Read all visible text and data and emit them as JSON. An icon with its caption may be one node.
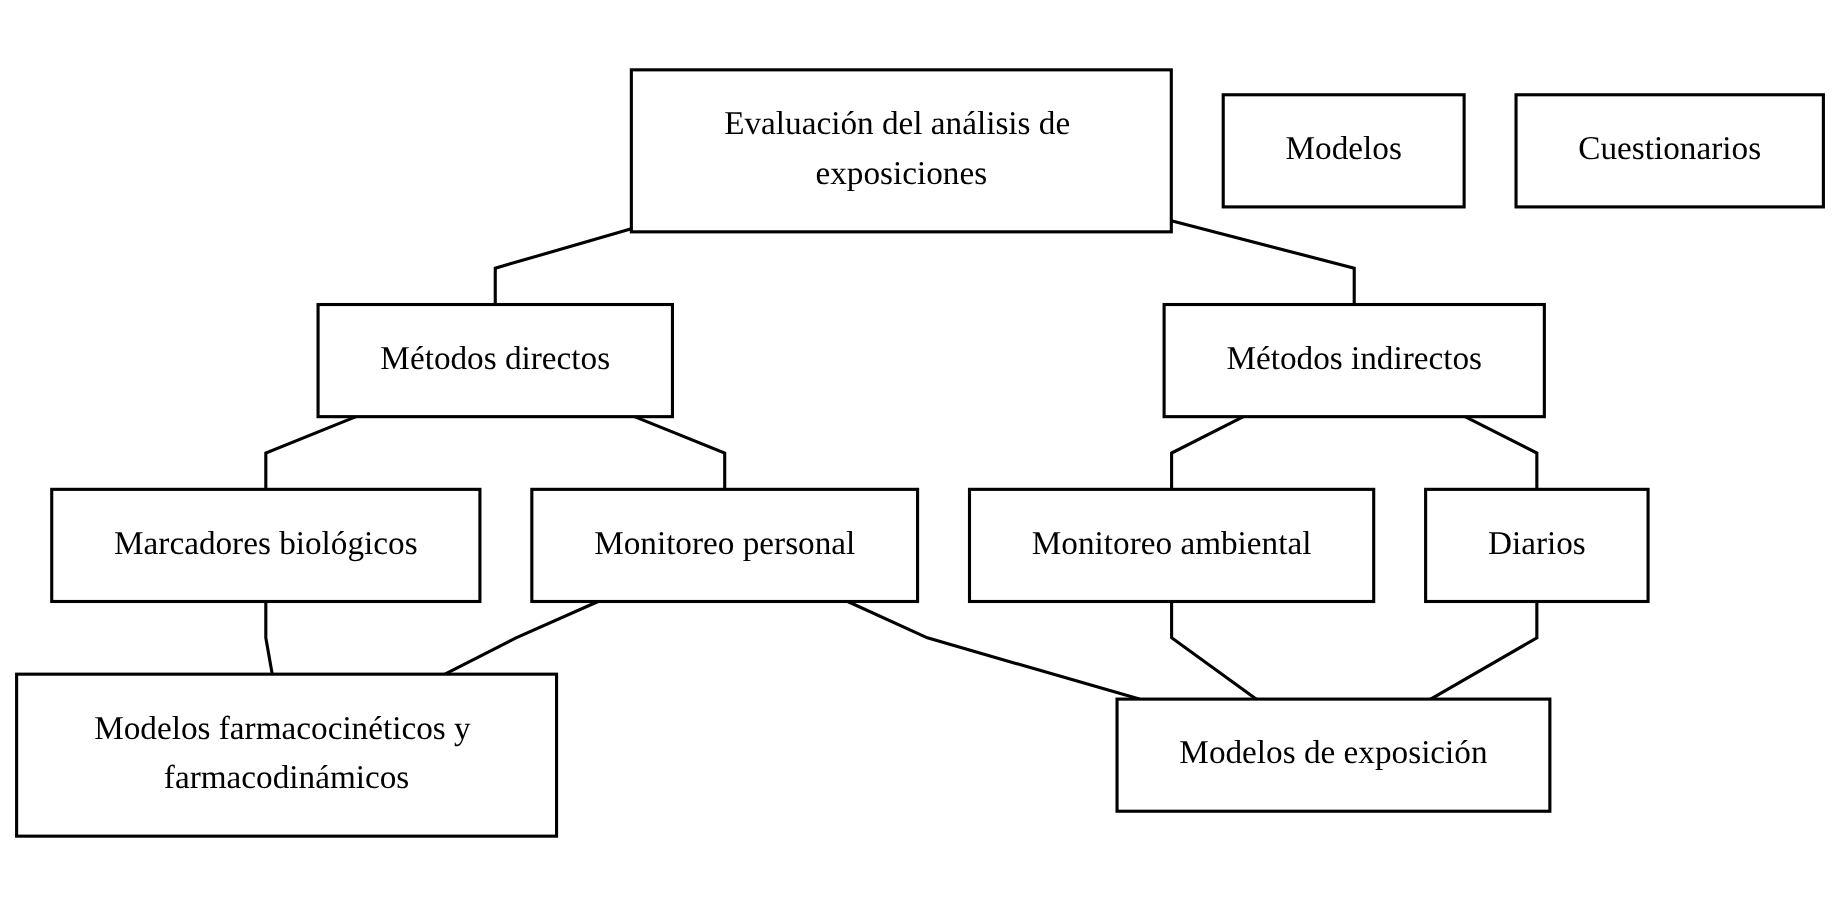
{
  "diagram": {
    "nodes": [
      {
        "text": [
          "Evaluación del análisis de exposiciones"
        ]
      },
      {
        "text": [
          "Métodos directos"
        ]
      },
      {
        "text": [
          "Métodos indirectos"
        ]
      },
      {
        "text": [
          "Monitoreo personal"
        ]
      },
      {
        "text": [
          "Marcadores biológicos"
        ]
      },
      {
        "text": [
          "Monitoreo ambiental"
        ]
      },
      {
        "text": [
          "Modelos"
        ]
      },
      {
        "text": [
          "Cuestionarios"
        ]
      },
      {
        "text": [
          "Diarios"
        ]
      },
      {
        "text": [
          "Modelos farmacocinéticos y farmacodinámicos"
        ]
      },
      {
        "text": [
          "Modelos de exposición"
        ]
      }
    ],
    "edges": [
      {
        "from": 0,
        "to": 1,
        "arrow": "none"
      },
      {
        "from": 0,
        "to": 2,
        "arrow": "none"
      },
      {
        "from": 1,
        "to": 3,
        "arrow": "none"
      },
      {
        "from": 1,
        "to": 4,
        "arrow": "none"
      },
      {
        "from": 2,
        "to": 5,
        "arrow": "none"
      },
      {
        "from": 2,
        "to": 8,
        "arrow": "none"
      },
      {
        "from": 4,
        "to": 9,
        "arrow": "none"
      },
      {
        "from": 3,
        "to": 9,
        "arrow": "none"
      },
      {
        "from": 3,
        "to": 10,
        "arrow": "none"
      },
      {
        "from": 5,
        "to": 10,
        "arrow": "none"
      },
      {
        "from": 8,
        "to": 10,
        "arrow": "none"
      }
    ]
  }
}
